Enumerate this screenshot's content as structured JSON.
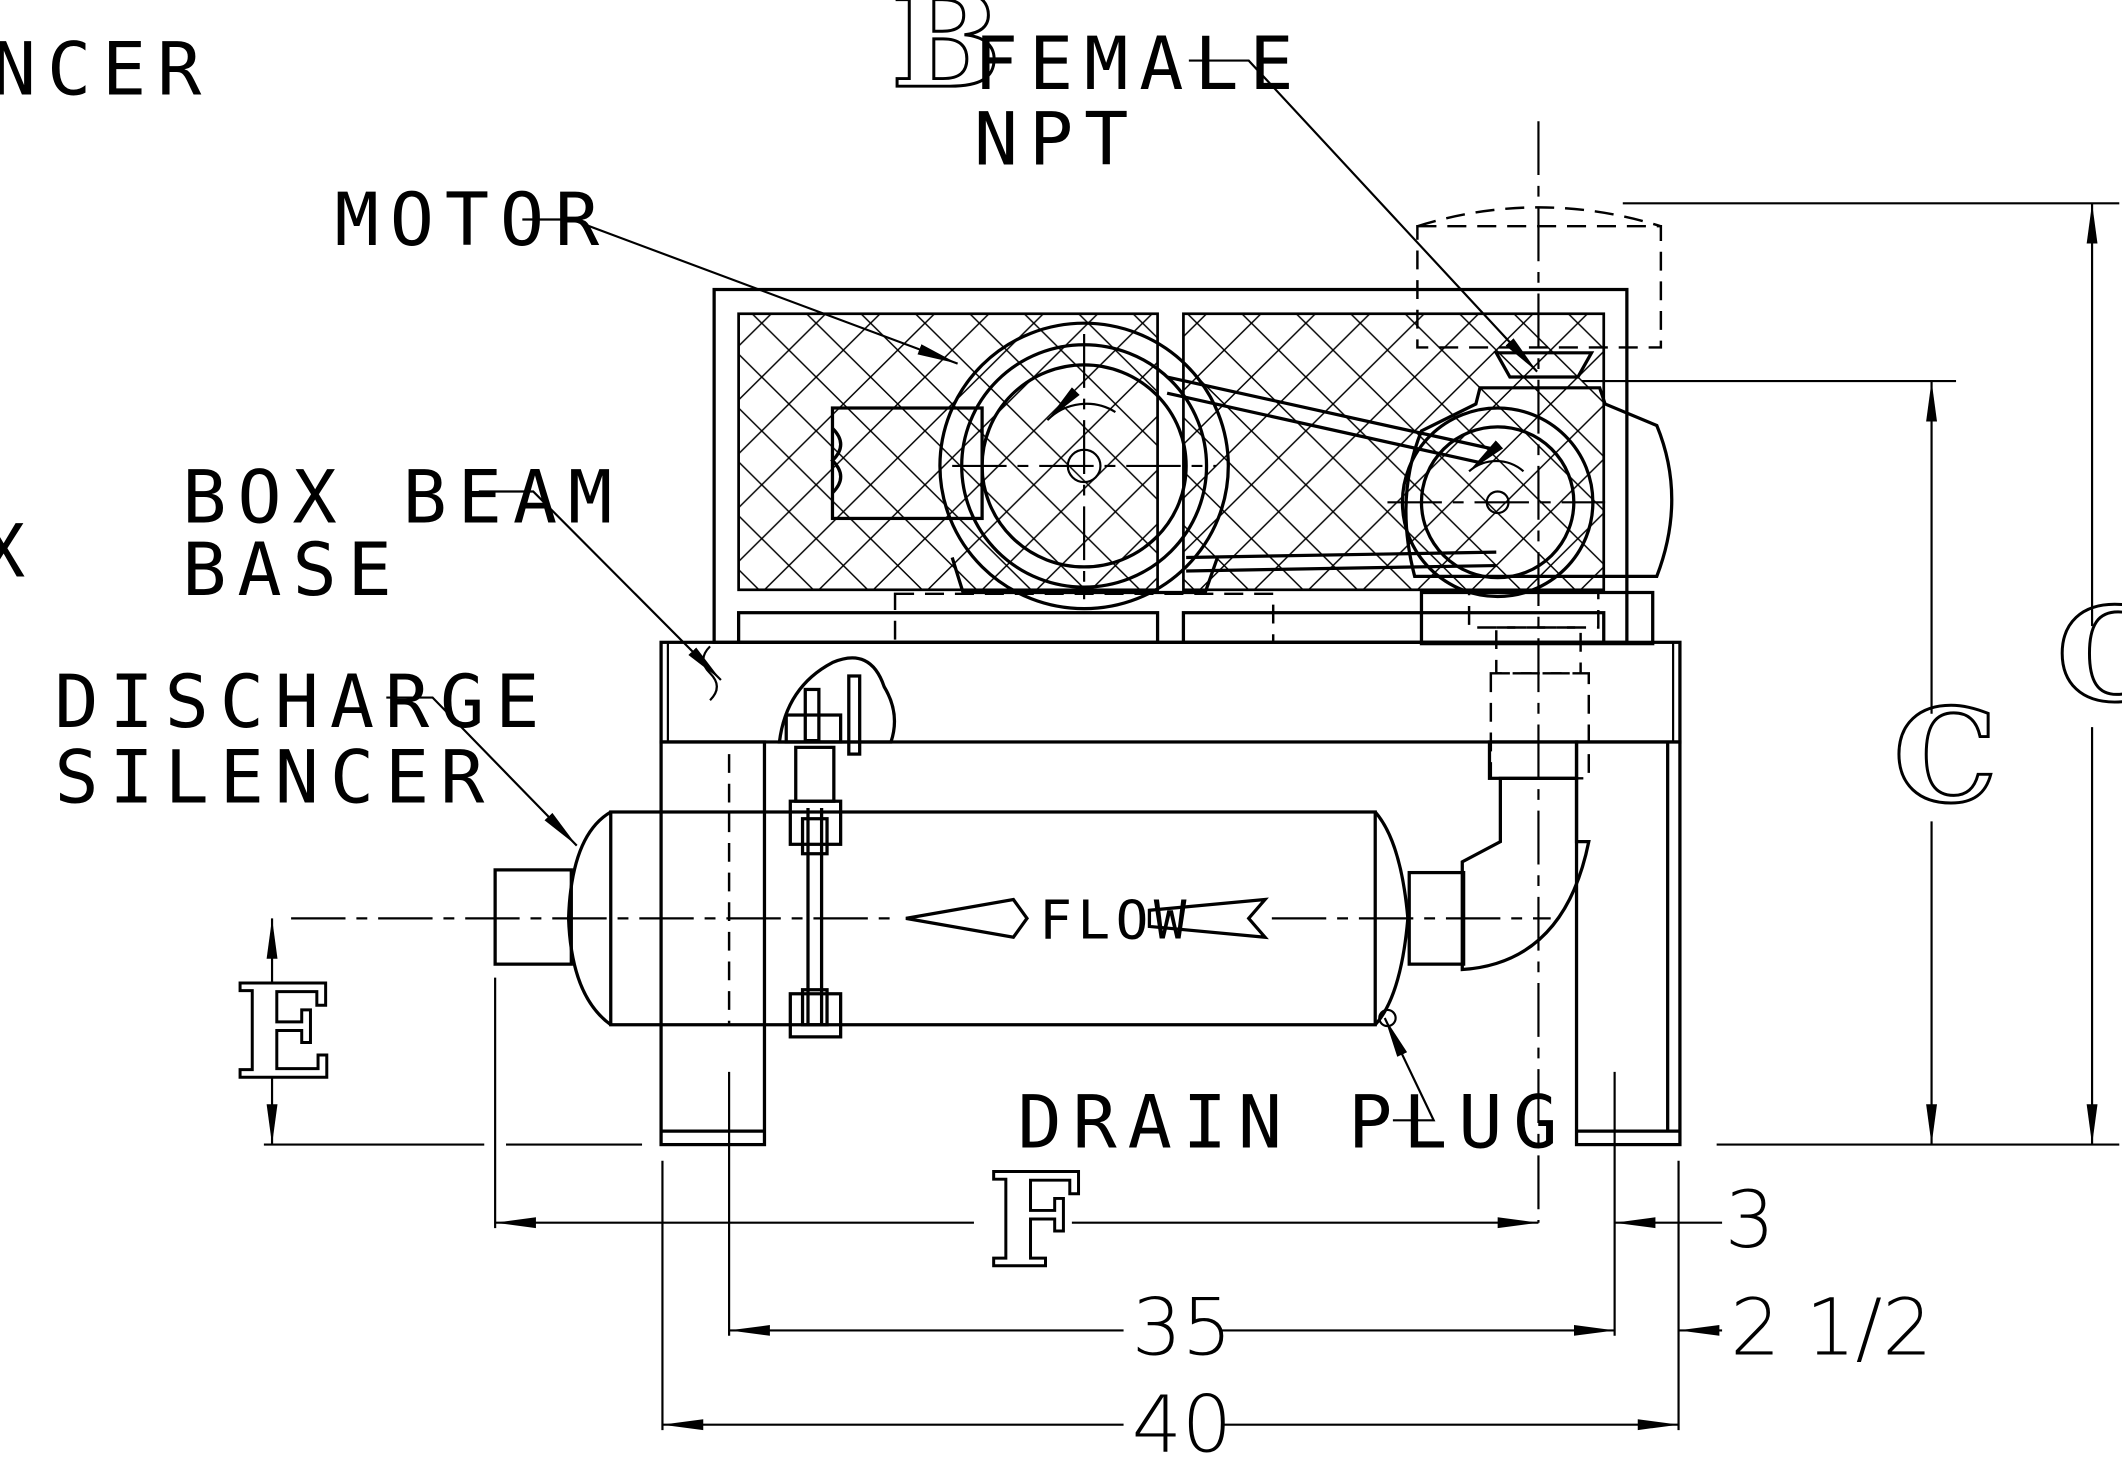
{
  "labels": {
    "silencer_partial_top": "NCER",
    "female": "FEMALE",
    "npt": "NPT",
    "motor": "MOTOR",
    "box_beam": "BOX BEAM",
    "base": "BASE",
    "discharge": "DISCHARGE",
    "silencer": "SILENCER",
    "flow": "FLOW",
    "drain_plug": "DRAIN PLUG",
    "partial_left": "X"
  },
  "dimension_letters": {
    "b": "B",
    "c": "C",
    "e": "E",
    "f": "F",
    "g": "G"
  },
  "dimensions": {
    "d3": "3",
    "d2_5": "2 1/2",
    "d35": "35",
    "d40": "40"
  }
}
